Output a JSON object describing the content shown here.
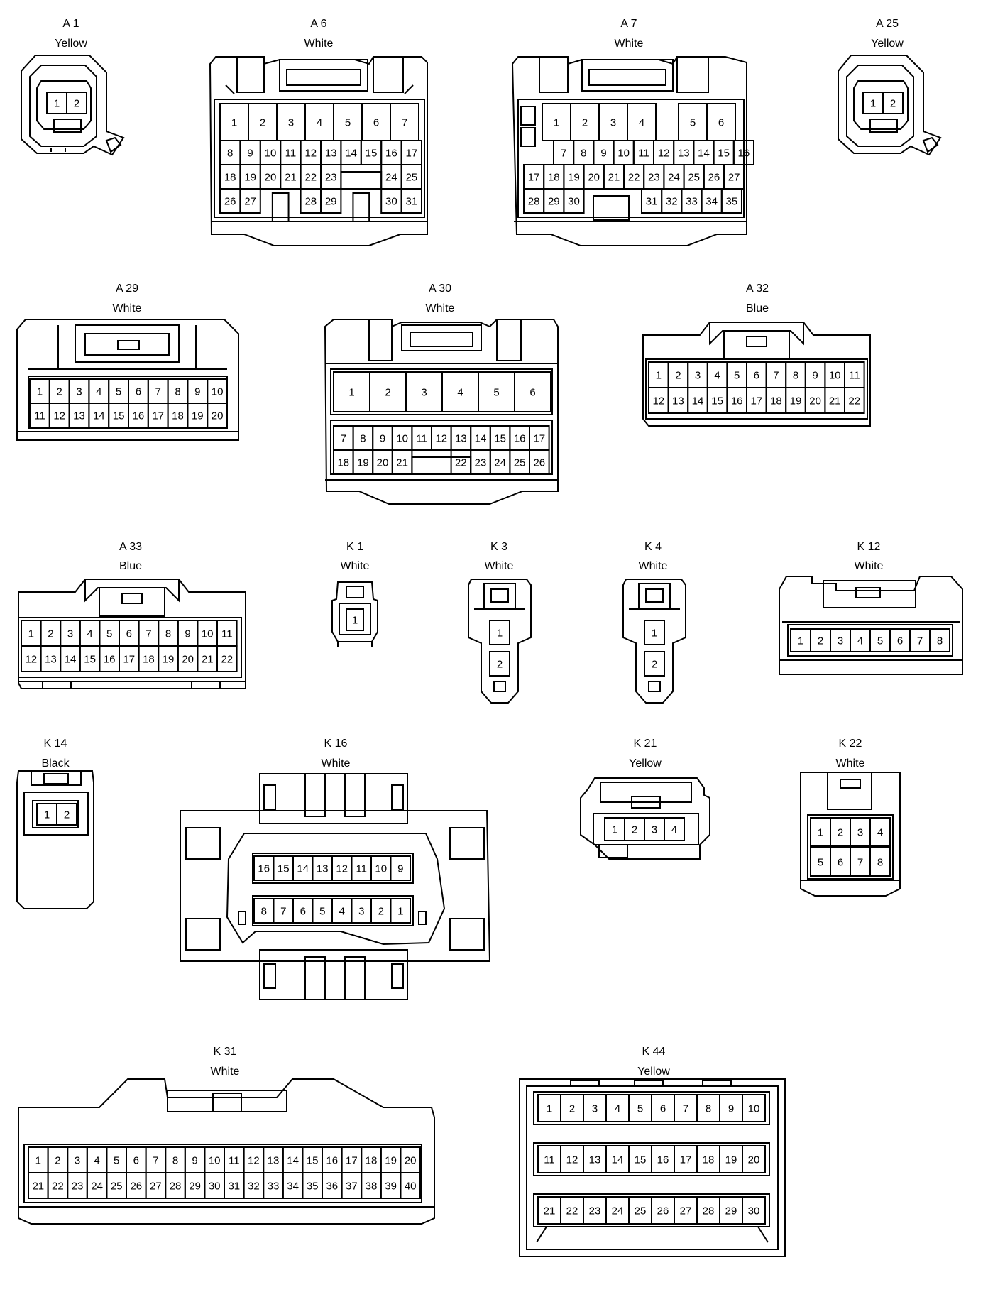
{
  "connectors": [
    {
      "id": "A1",
      "name": "A 1",
      "color": "Yellow"
    },
    {
      "id": "A6",
      "name": "A 6",
      "color": "White"
    },
    {
      "id": "A7",
      "name": "A 7",
      "color": "White"
    },
    {
      "id": "A25",
      "name": "A 25",
      "color": "Yellow"
    },
    {
      "id": "A29",
      "name": "A 29",
      "color": "White"
    },
    {
      "id": "A30",
      "name": "A 30",
      "color": "White"
    },
    {
      "id": "A32",
      "name": "A 32",
      "color": "Blue"
    },
    {
      "id": "A33",
      "name": "A 33",
      "color": "Blue"
    },
    {
      "id": "K1",
      "name": "K 1",
      "color": "White"
    },
    {
      "id": "K3",
      "name": "K 3",
      "color": "White"
    },
    {
      "id": "K4",
      "name": "K 4",
      "color": "White"
    },
    {
      "id": "K12",
      "name": "K 12",
      "color": "White"
    },
    {
      "id": "K14",
      "name": "K 14",
      "color": "Black"
    },
    {
      "id": "K16",
      "name": "K 16",
      "color": "White"
    },
    {
      "id": "K21",
      "name": "K 21",
      "color": "Yellow"
    },
    {
      "id": "K22",
      "name": "K 22",
      "color": "White"
    },
    {
      "id": "K31",
      "name": "K 31",
      "color": "White"
    },
    {
      "id": "K44",
      "name": "K 44",
      "color": "Yellow"
    }
  ]
}
